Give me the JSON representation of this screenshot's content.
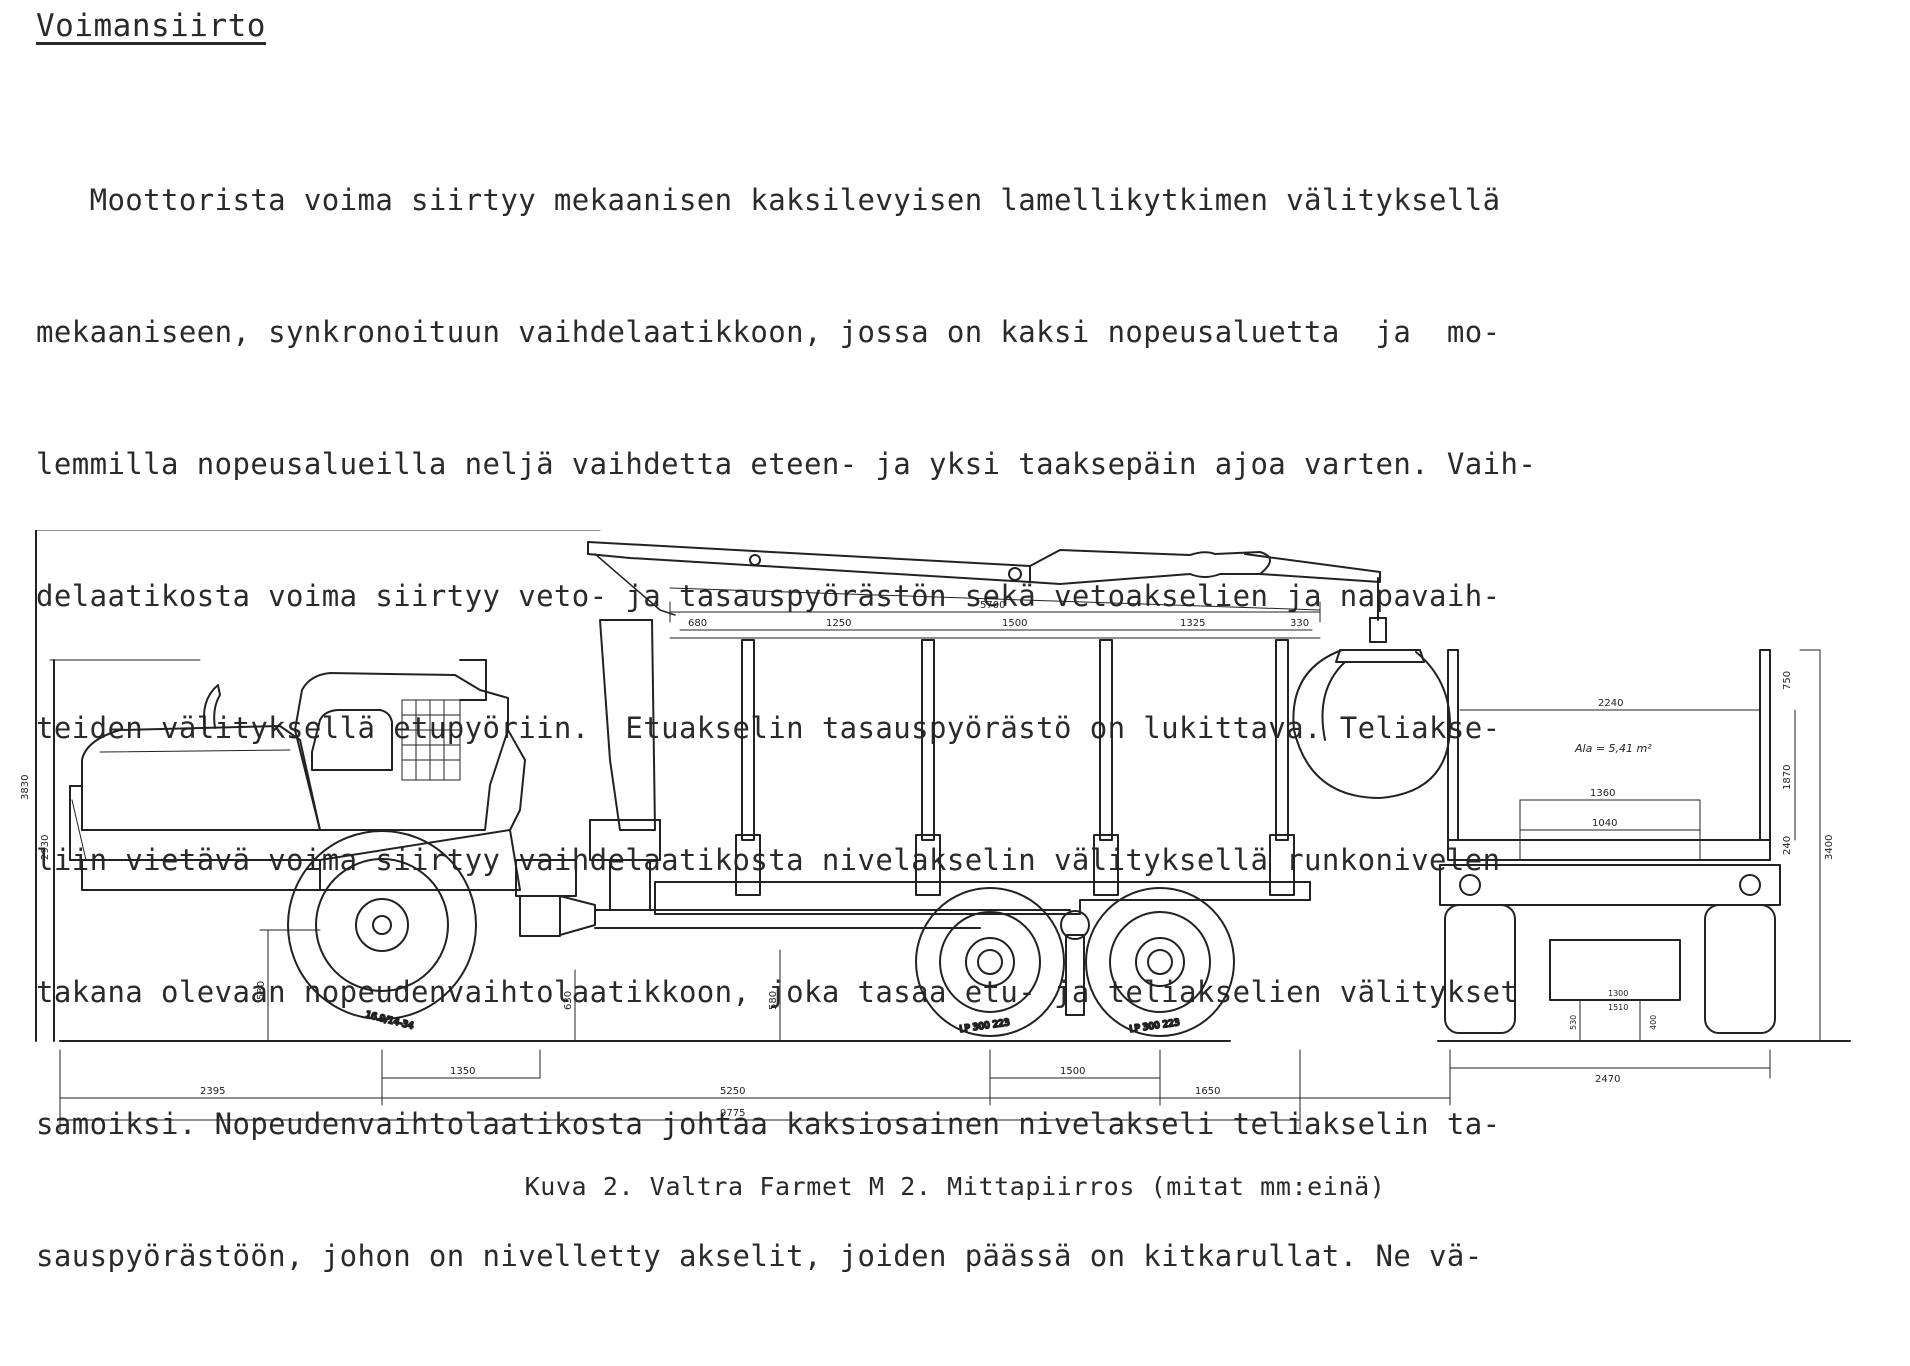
{
  "heading": "Voimansiirto",
  "paragraph_lines": [
    "   Moottorista voima siirtyy mekaanisen kaksilevyisen lamellikytkimen välityksellä",
    "mekaaniseen, synkronoituun vaihdelaatikkoon, jossa on kaksi nopeusaluetta  ja  mo-",
    "lemmilla nopeusalueilla neljä vaihdetta eteen- ja yksi taaksepäin ajoa varten. Vaih-",
    "delaatikosta voima siirtyy veto- ja tasauspyörästön sekä vetoakselien ja napavaih-",
    "teiden välityksellä etupyöriin.  Etuakselin tasauspyörästö on lukittava. Teliakse-",
    "liin vietävä voima siirtyy vaihdelaatikosta nivelakselin välityksellä runkonivelen",
    "takana olevaan nopeudenvaihtolaatikkoon, joka tasaa etu- ja teliakselien välitykset",
    "samoiksi. Nopeudenvaihtolaatikosta johtaa kaksiosainen nivelakseli teliakselin ta-",
    "sauspyörästöön, johon on nivelletty akselit, joiden päässä on kitkarullat. Ne vä-"
  ],
  "drawing": {
    "dim_labels": {
      "overall_height": "3830",
      "cab_height": "2930",
      "ground_clear_front": "580",
      "ground_clear_mid": "630",
      "ground_clear_bogie": "580",
      "front_overhang": "2395",
      "axle_to_joint": "1350",
      "wheelbase": "5250",
      "bogie_spacing": "1500",
      "rear_overhang": "1650",
      "overall_length": "9775",
      "boom_reach": "5700",
      "bunk_seg_1": "680",
      "bunk_seg_2": "1250",
      "bunk_seg_3": "1500",
      "bunk_seg_4": "1325",
      "bunk_seg_5": "330",
      "rear_top_width": "2240",
      "rear_inner_width_1": "1360",
      "rear_inner_width_2": "1040",
      "rear_stake_top": "750",
      "rear_stake_mid": "1870",
      "rear_bunk_height": "240",
      "rear_total_height": "3400",
      "rear_clear_1": "530",
      "rear_clear_2": "400",
      "rear_small_1": "1300",
      "rear_small_2": "1510",
      "rear_width": "2470",
      "load_area": "Ala = 5,41 m²",
      "front_tire": "16.9/14-34",
      "rear_tire_1": "LP 300 223",
      "rear_tire_2": "LP 300 223"
    }
  },
  "caption": "Kuva 2.  Valtra Farmet M 2. Mittapiirros (mitat mm:einä)"
}
